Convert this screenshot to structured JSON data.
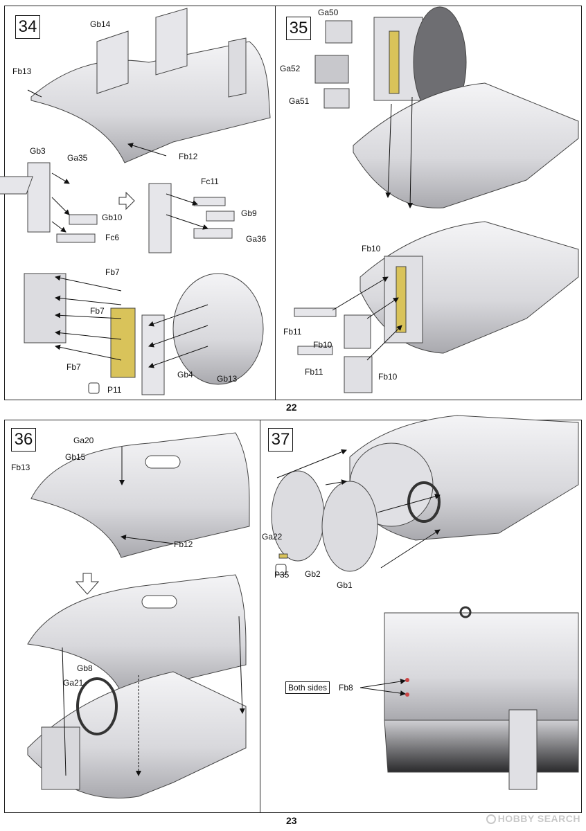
{
  "pages": [
    {
      "number": "22"
    },
    {
      "number": "23"
    }
  ],
  "steps": [
    {
      "number": "34",
      "labels": [
        "Gb14",
        "Fb13",
        "Fb12",
        "Gb3",
        "Ga35",
        "Gb10",
        "Fc6",
        "Fc11",
        "Gb9",
        "Ga36",
        "Fb7",
        "Fb7",
        "Fb7",
        "Gb4",
        "Gb13",
        "P11"
      ]
    },
    {
      "number": "35",
      "labels": [
        "Ga50",
        "Ga52",
        "Ga51",
        "Fb10",
        "Fb11",
        "Fb10",
        "Fb11",
        "Fb10"
      ]
    },
    {
      "number": "36",
      "labels": [
        "Ga20",
        "Gb15",
        "Fb13",
        "Fb12",
        "Gb8",
        "Ga21"
      ]
    },
    {
      "number": "37",
      "labels": [
        "Ga22",
        "P35",
        "Gb2",
        "Gb1",
        "Fb8"
      ],
      "callout": "Both sides"
    }
  ],
  "watermark": {
    "text": "HOBBY SEARCH"
  },
  "colors": {
    "part": "#e8e8ea",
    "part_dark": "#b9b9bd",
    "photoetch": "#d9c35a",
    "line": "#222222"
  }
}
